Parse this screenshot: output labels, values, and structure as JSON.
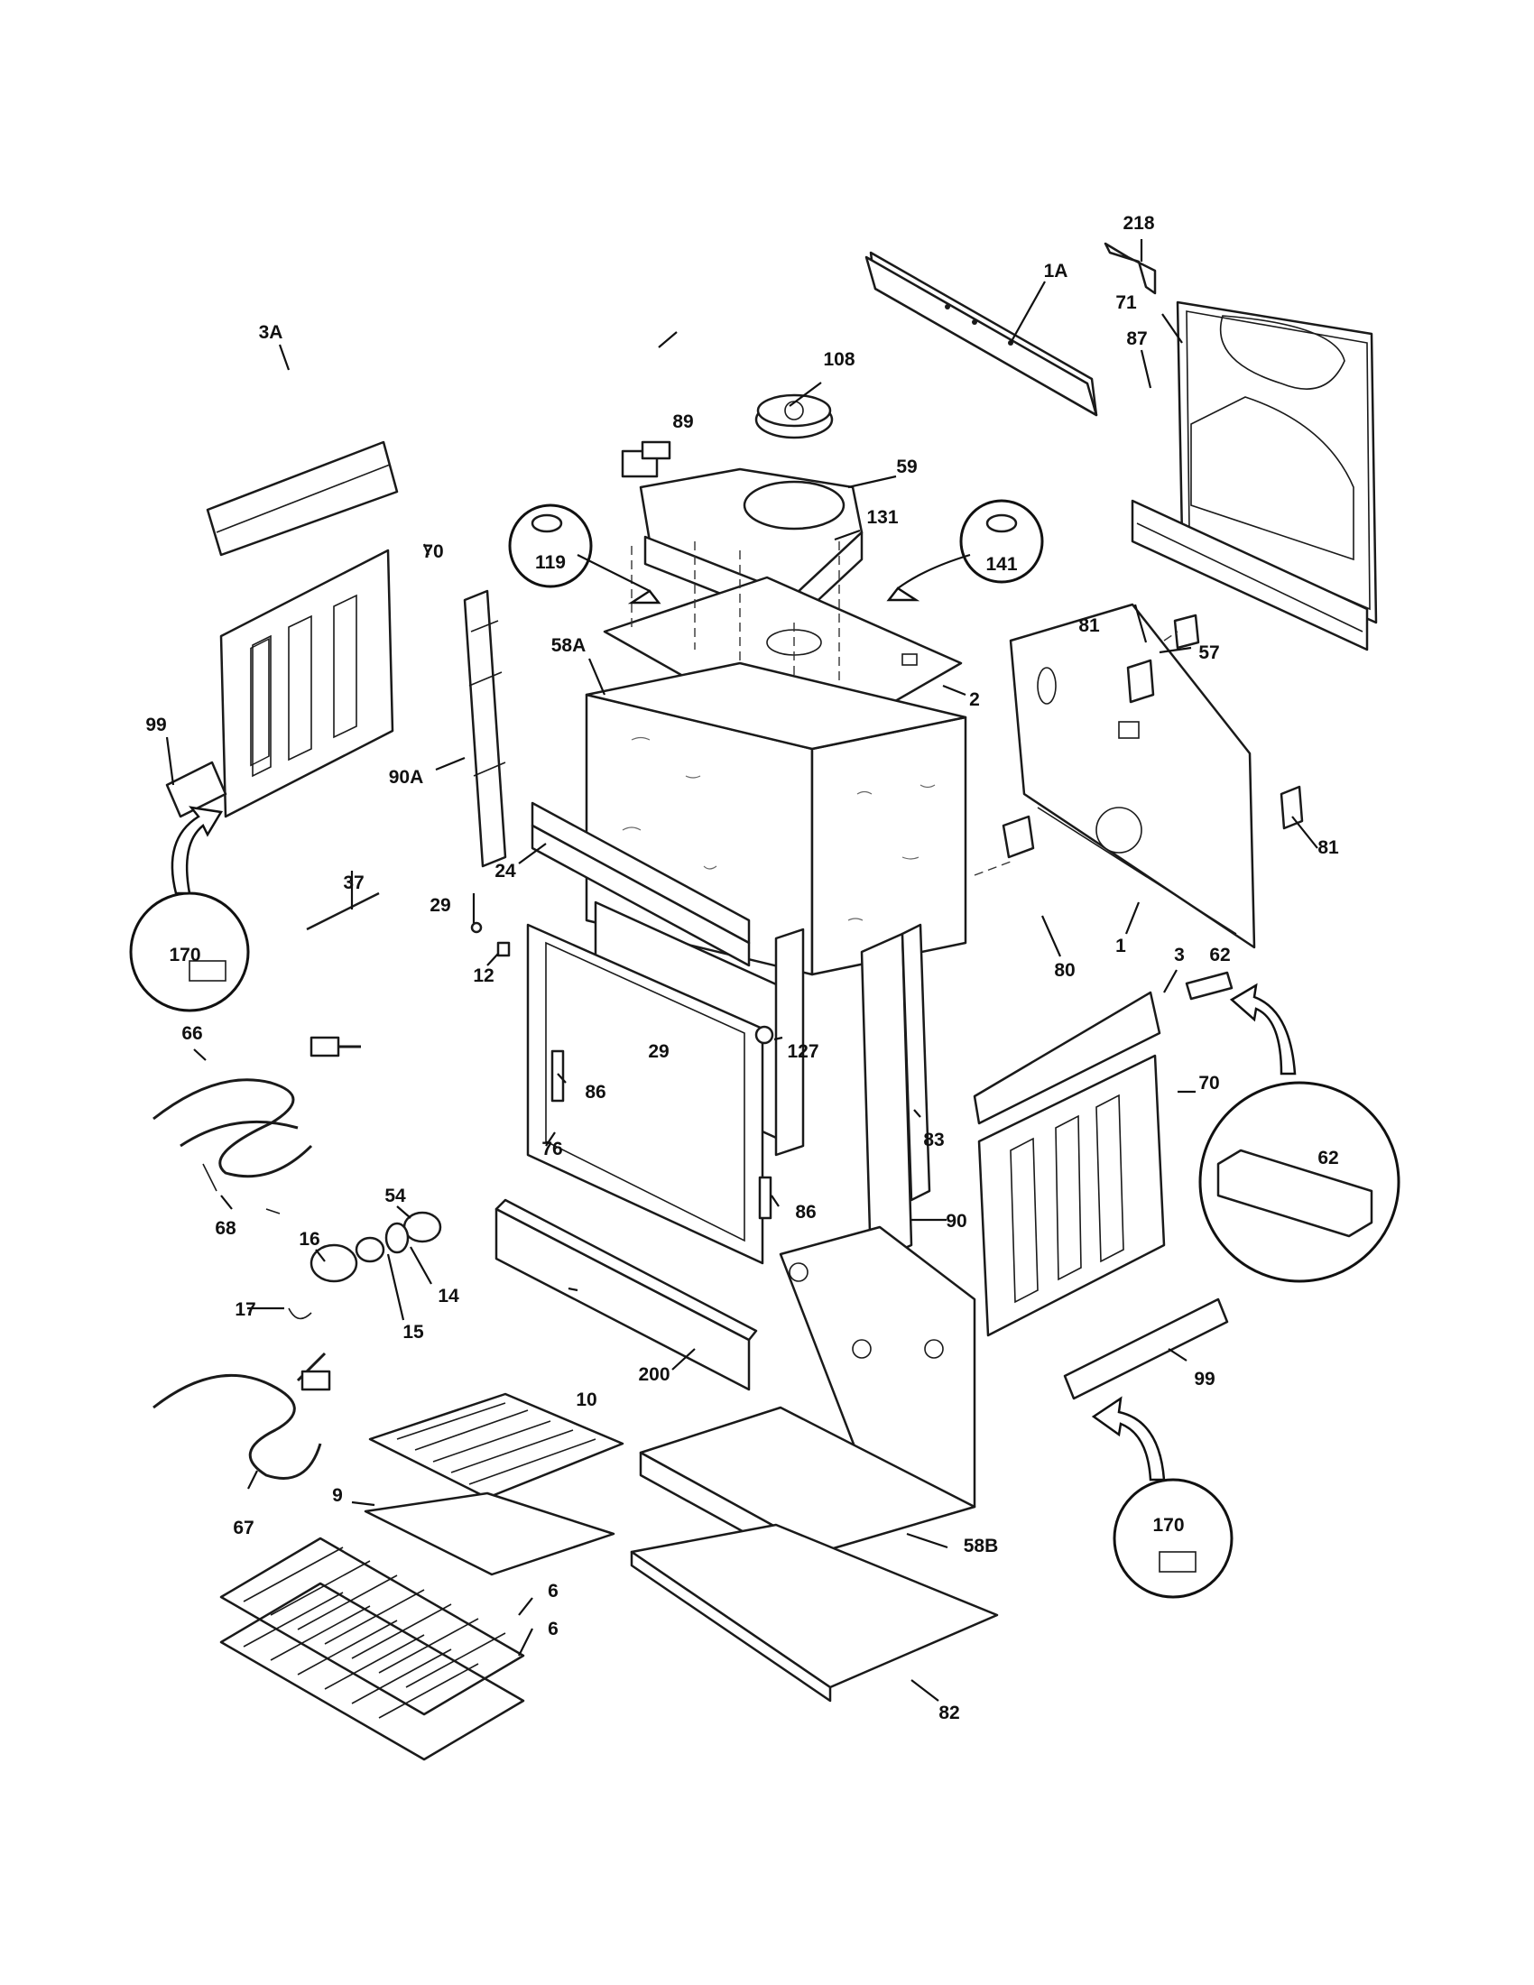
{
  "labels": {
    "p218": "218",
    "p1A": "1A",
    "p71": "71",
    "p108": "108",
    "p87": "87",
    "p3A": "3A",
    "p89": "89",
    "p59": "59",
    "p131": "131",
    "p119": "119",
    "p141": "141",
    "p70_left": "70",
    "p81_top": "81",
    "p57": "57",
    "p58A": "58A",
    "p2": "2",
    "p99_left": "99",
    "p90A": "90A",
    "p81_right": "81",
    "p24": "24",
    "p37": "37",
    "p29_top": "29",
    "p80": "80",
    "p1": "1",
    "p170_left": "170",
    "p12": "12",
    "p3": "3",
    "p62_top": "62",
    "p66": "66",
    "p29_inner": "29",
    "p127": "127",
    "p70_right": "70",
    "p86_upper": "86",
    "p62_detail": "62",
    "p76": "76",
    "p83": "83",
    "p68": "68",
    "p54": "54",
    "p86_lower": "86",
    "p90": "90",
    "p16": "16",
    "p14": "14",
    "p17": "17",
    "p15": "15",
    "p200": "200",
    "p10": "10",
    "p99_right": "99",
    "p9": "9",
    "p67": "67",
    "p170_right": "170",
    "p58B": "58B",
    "p6_upper": "6",
    "p6_lower": "6",
    "p82": "82"
  }
}
